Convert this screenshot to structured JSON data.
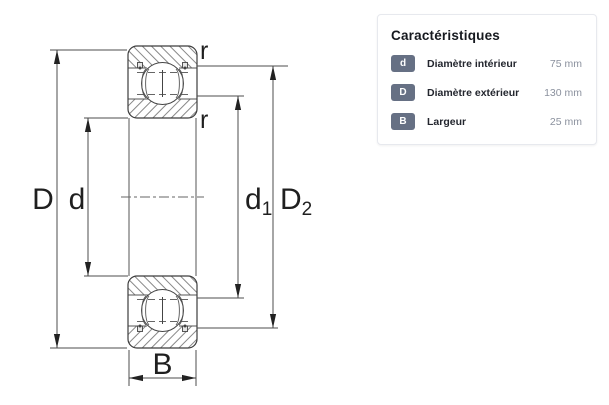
{
  "diagram": {
    "labels": {
      "outer_diameter": "D",
      "bore_diameter": "d",
      "shoulder_inner_base": "d",
      "shoulder_inner_sub": "1",
      "shoulder_outer_base": "D",
      "shoulder_outer_sub": "2",
      "corner_radius_top": "r",
      "corner_radius_bottom": "r",
      "width": "B"
    }
  },
  "panel": {
    "title": "Caractéristiques",
    "rows": [
      {
        "symbol": "d",
        "label": "Diamètre intérieur",
        "value": "75 mm"
      },
      {
        "symbol": "D",
        "label": "Diamètre extérieur",
        "value": "130 mm"
      },
      {
        "symbol": "B",
        "label": "Largeur",
        "value": "25 mm"
      }
    ]
  },
  "colors": {
    "badge_bg": "#667084",
    "badge_text": "#ffffff",
    "card_border": "#e7e9ee",
    "title_text": "#16191f",
    "label_text": "#23262e",
    "value_text": "#8b919e",
    "drawing_line": "#4d4d4d",
    "hatch_line": "#7a7a7a"
  }
}
